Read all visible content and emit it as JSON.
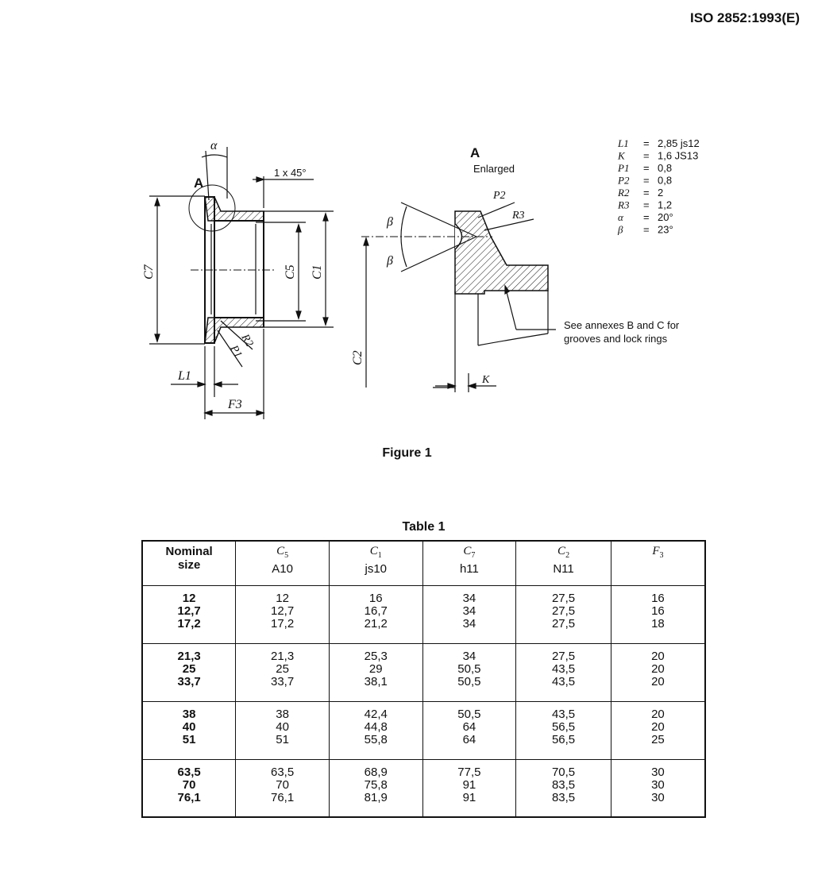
{
  "document": {
    "header_id": "ISO 2852:1993(E)",
    "figure_caption": "Figure 1",
    "table_caption": "Table 1"
  },
  "figure": {
    "labels": {
      "detail_a": "A",
      "chamfer": "1 x 45°",
      "alpha": "α",
      "c7": "C7",
      "c5": "C5",
      "c1": "C1",
      "r2": "R2",
      "p1": "P1",
      "l1": "L1",
      "f3": "F3",
      "enlarged_a": "A",
      "enlarged": "Enlarged",
      "p2": "P2",
      "r3": "R3",
      "beta_top": "β",
      "beta_bottom": "β",
      "c2": "C2",
      "k": "K",
      "note_line1": "See annexes B and C for",
      "note_line2": "grooves and lock rings"
    },
    "legend": [
      {
        "sym": "L1",
        "eq": "=",
        "val": "2,85 js12"
      },
      {
        "sym": "K",
        "eq": "=",
        "val": "1,6 JS13"
      },
      {
        "sym": "P1",
        "eq": "=",
        "val": "0,8"
      },
      {
        "sym": "P2",
        "eq": "=",
        "val": "0,8"
      },
      {
        "sym": "R2",
        "eq": "=",
        "val": "2"
      },
      {
        "sym": "R3",
        "eq": "=",
        "val": "1,2"
      },
      {
        "sym": "α",
        "eq": "=",
        "val": "20°"
      },
      {
        "sym": "β",
        "eq": "=",
        "val": "23°"
      }
    ]
  },
  "table": {
    "headers": {
      "nominal_line1": "Nominal",
      "nominal_line2": "size",
      "c5_sym": "C",
      "c5_sub": "5",
      "c5_tol": "A10",
      "c1_sym": "C",
      "c1_sub": "1",
      "c1_tol": "js10",
      "c7_sym": "C",
      "c7_sub": "7",
      "c7_tol": "h11",
      "c2_sym": "C",
      "c2_sub": "2",
      "c2_tol": "N11",
      "f3_sym": "F",
      "f3_sub": "3"
    },
    "groups": [
      {
        "nominal": [
          "12",
          "12,7",
          "17,2"
        ],
        "c5": [
          "12",
          "12,7",
          "17,2"
        ],
        "c1": [
          "16",
          "16,7",
          "21,2"
        ],
        "c7": [
          "34",
          "34",
          "34"
        ],
        "c2": [
          "27,5",
          "27,5",
          "27,5"
        ],
        "f3": [
          "16",
          "16",
          "18"
        ]
      },
      {
        "nominal": [
          "21,3",
          "25",
          "33,7"
        ],
        "c5": [
          "21,3",
          "25",
          "33,7"
        ],
        "c1": [
          "25,3",
          "29",
          "38,1"
        ],
        "c7": [
          "34",
          "50,5",
          "50,5"
        ],
        "c2": [
          "27,5",
          "43,5",
          "43,5"
        ],
        "f3": [
          "20",
          "20",
          "20"
        ]
      },
      {
        "nominal": [
          "38",
          "40",
          "51"
        ],
        "c5": [
          "38",
          "40",
          "51"
        ],
        "c1": [
          "42,4",
          "44,8",
          "55,8"
        ],
        "c7": [
          "50,5",
          "64",
          "64"
        ],
        "c2": [
          "43,5",
          "56,5",
          "56,5"
        ],
        "f3": [
          "20",
          "20",
          "25"
        ]
      },
      {
        "nominal": [
          "63,5",
          "70",
          "76,1"
        ],
        "c5": [
          "63,5",
          "70",
          "76,1"
        ],
        "c1": [
          "68,9",
          "75,8",
          "81,9"
        ],
        "c7": [
          "77,5",
          "91",
          "91"
        ],
        "c2": [
          "70,5",
          "83,5",
          "83,5"
        ],
        "f3": [
          "30",
          "30",
          "30"
        ]
      }
    ]
  }
}
